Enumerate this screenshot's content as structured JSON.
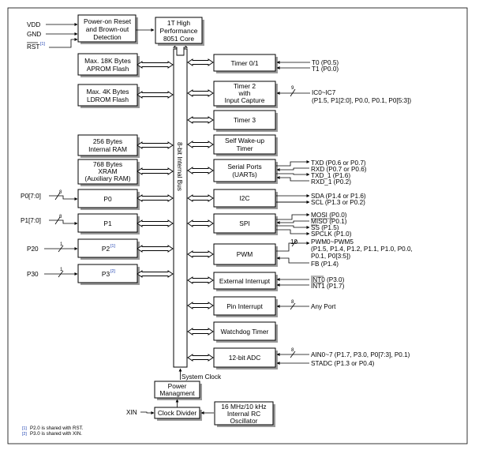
{
  "inputs": {
    "vdd": "VDD",
    "gnd": "GND",
    "rst": "RST",
    "rst_note": "[1]",
    "xin": "XIN",
    "p0_in": "P0[7:0]",
    "p1_in": "P1[7:0]",
    "p20": "P20",
    "p30": "P30"
  },
  "bus_widths": {
    "p0": "8",
    "p1": "8",
    "p2": "1",
    "p3": "1",
    "ic": "9",
    "pwm": "10",
    "pin_int": "8",
    "adc": "8"
  },
  "blocks": {
    "por": [
      "Power-on Reset",
      "and Brown-out",
      "Detection"
    ],
    "core": [
      "1T High",
      "Performance",
      "8051 Core"
    ],
    "aprom": [
      "Max. 18K Bytes",
      "APROM Flash"
    ],
    "ldrom": [
      "Max. 4K Bytes",
      "LDROM Flash"
    ],
    "iram": [
      "256 Bytes",
      "Internal RAM"
    ],
    "xram": [
      "768 Bytes",
      "XRAM",
      "(Auxiliary RAM)"
    ],
    "p0": "P0",
    "p1": "P1",
    "p2": "P2",
    "p2_note": "[1]",
    "p3": "P3",
    "p3_note": "[2]",
    "timer01": "Timer 0/1",
    "timer2": [
      "Timer 2",
      "with",
      "Input Capture"
    ],
    "timer3": "Timer 3",
    "wkt": [
      "Self Wake-up",
      "Timer"
    ],
    "uart": [
      "Serial Ports",
      "(UARTs)"
    ],
    "i2c": "I2C",
    "spi": "SPI",
    "pwm": "PWM",
    "extint": "External Interrupt",
    "pinint": "Pin Interrupt",
    "wdt": "Watchdog Timer",
    "adc": "12-bit ADC",
    "bus": "8-bit Internal Bus",
    "pm": [
      "Power",
      "Managment"
    ],
    "clkdiv": "Clock Divider",
    "rc": [
      "16 MHz/10 kHz",
      "Internal RC",
      "Oscillator"
    ],
    "sysclk": "System Clock"
  },
  "signals": {
    "timer01": [
      "T0 (P0.5)",
      "T1 (P0.0)"
    ],
    "ic": [
      "IC0~IC7",
      "(P1.5, P1[2:0], P0.0, P0.1, P0[5:3])"
    ],
    "uart": [
      "TXD (P0.6 or P0.7)",
      "RXD (P0.7 or P0.6)",
      "TXD_1 (P1.6)",
      "RXD_1 (P0.2)"
    ],
    "i2c": [
      "SDA (P1.4 or P1.6)",
      "SCL (P1.3 or P0.2)"
    ],
    "spi": [
      "MOSI (P0.0)",
      "MISO (P0.1)",
      "SS (P1.5)",
      "SPCLK (P1.0)"
    ],
    "pwm": [
      "PWM0~PWM5",
      "(P1.5, P1.4, P1.2, P1.1, P1.0, P0.0,",
      "P0.1, P0[3:5])",
      "FB (P1.4)"
    ],
    "extint": [
      "INT0 (P3.0)",
      "INT1 (P1.7)"
    ],
    "pinint": "Any Port",
    "adc": [
      "AIN0~7 (P1.7, P3.0, P0[7:3],  P0.1)",
      "STADC (P1.3 or P0.4)"
    ]
  },
  "footnotes": [
    {
      "mark": "[1]",
      "text": "P2.0 is shared with RST."
    },
    {
      "mark": "[2]",
      "text": "P3.0 is shared with XIN."
    }
  ]
}
